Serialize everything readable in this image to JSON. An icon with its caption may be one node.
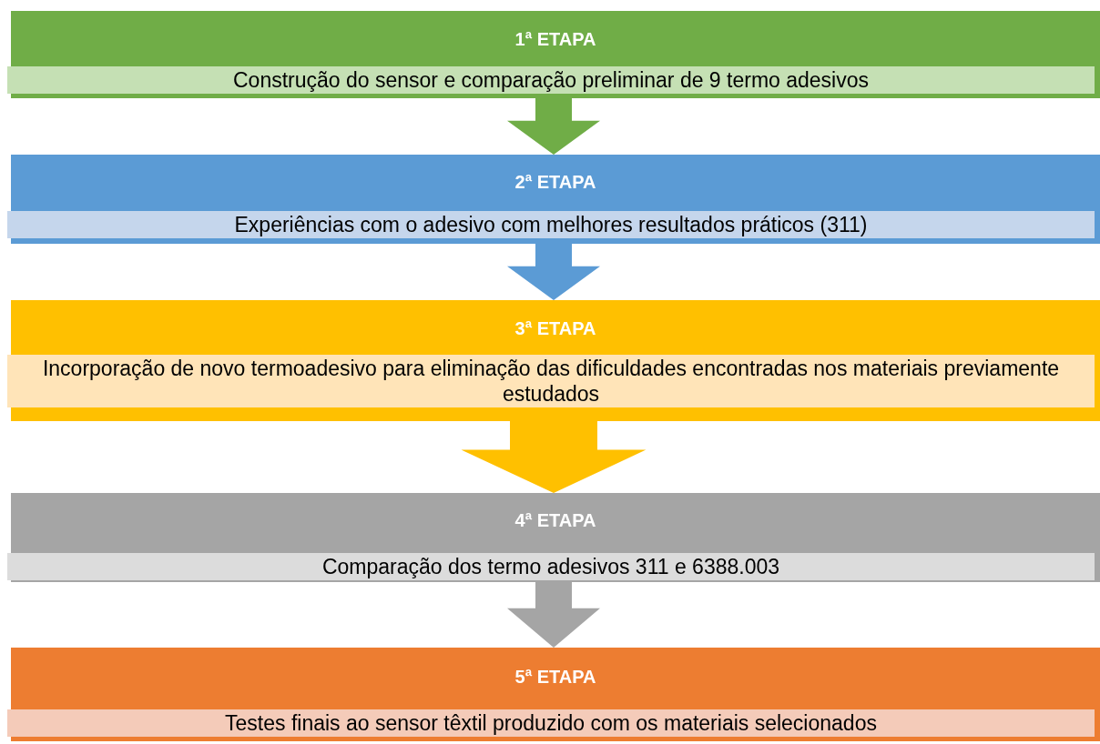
{
  "diagram": {
    "nodes": [
      {
        "text": [
          "1ª ETAPA",
          "Construção do sensor e comparação preliminar de 9 termo adesivos"
        ]
      },
      {
        "text": [
          "2ª ETAPA",
          "Experiências com o adesivo com melhores resultados práticos (311)"
        ]
      },
      {
        "text": [
          "3ª ETAPA",
          "Incorporação de novo termoadesivo para eliminação das dificuldades encontradas nos materiais previamente estudados"
        ]
      },
      {
        "text": [
          "4ª ETAPA",
          "Comparação dos termo adesivos 311 e 6388.003"
        ]
      },
      {
        "text": [
          "5ª ETAPA",
          "Testes finais ao sensor têxtil produzido com os materiais selecionados"
        ]
      }
    ],
    "edges": [
      {
        "from": 0,
        "to": 1,
        "arrow": "to",
        "color": "#70ad47"
      },
      {
        "from": 1,
        "to": 2,
        "arrow": "to",
        "color": "#5b9bd5"
      },
      {
        "from": 2,
        "to": 3,
        "arrow": "to",
        "style": "thick",
        "color": "#ffc000"
      },
      {
        "from": 3,
        "to": 4,
        "arrow": "to",
        "color": "#a5a5a5"
      }
    ]
  }
}
